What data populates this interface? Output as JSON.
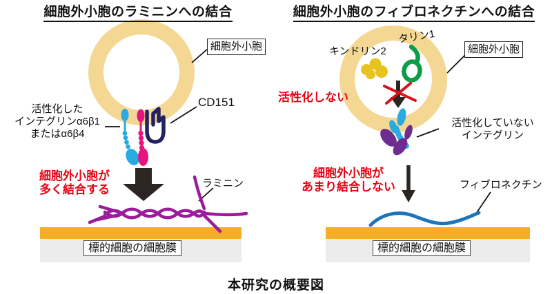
{
  "caption": "本研究の概要図",
  "left_panel": {
    "title": "細胞外小胞のラミニンへの結合",
    "vesicle_label": "細胞外小胞",
    "integrin_label": {
      "line1": "活性化した",
      "line2": "インテグリンα6β1",
      "line3": "またはα6β4"
    },
    "cd151_label": "CD151",
    "binding_text": {
      "line1": "細胞外小胞が",
      "line2": "多く結合する"
    },
    "laminin_label": "ラミニン",
    "membrane_label": "標的細胞の細胞膜"
  },
  "right_panel": {
    "title": "細胞外小胞のフィブロネクチンへの結合",
    "vesicle_label": "細胞外小胞",
    "kindlin_label": "キンドリン2",
    "talin_label": "タリン1",
    "not_activated_text": "活性化しない",
    "integrin_label": {
      "line1": "活性化していない",
      "line2": "インテグリン"
    },
    "binding_text": {
      "line1": "細胞外小胞が",
      "line2": "あまり結合しない"
    },
    "fibronectin_label": "フィブロネクチン",
    "membrane_label": "標的細胞の細胞膜"
  },
  "colors": {
    "vesicle_membrane_tan": "#F5D794",
    "target_membrane_orange": "#F6AE24",
    "cytoplasm_gray": "#ECECED",
    "emphasis_red": "#E60012",
    "integrin_alpha_cyan": "#29ABE2",
    "integrin_beta_magenta": "#E6147D",
    "cd151_navy": "#232160",
    "inactive_integrin_purple": "#6E2C91",
    "laminin_purple": "#9A1B9C",
    "fibronectin_blue": "#1C75BC",
    "kindlin_yellow": "#E8C21D",
    "talin_green": "#0F9C47",
    "arrow_black": "#2B2523"
  }
}
